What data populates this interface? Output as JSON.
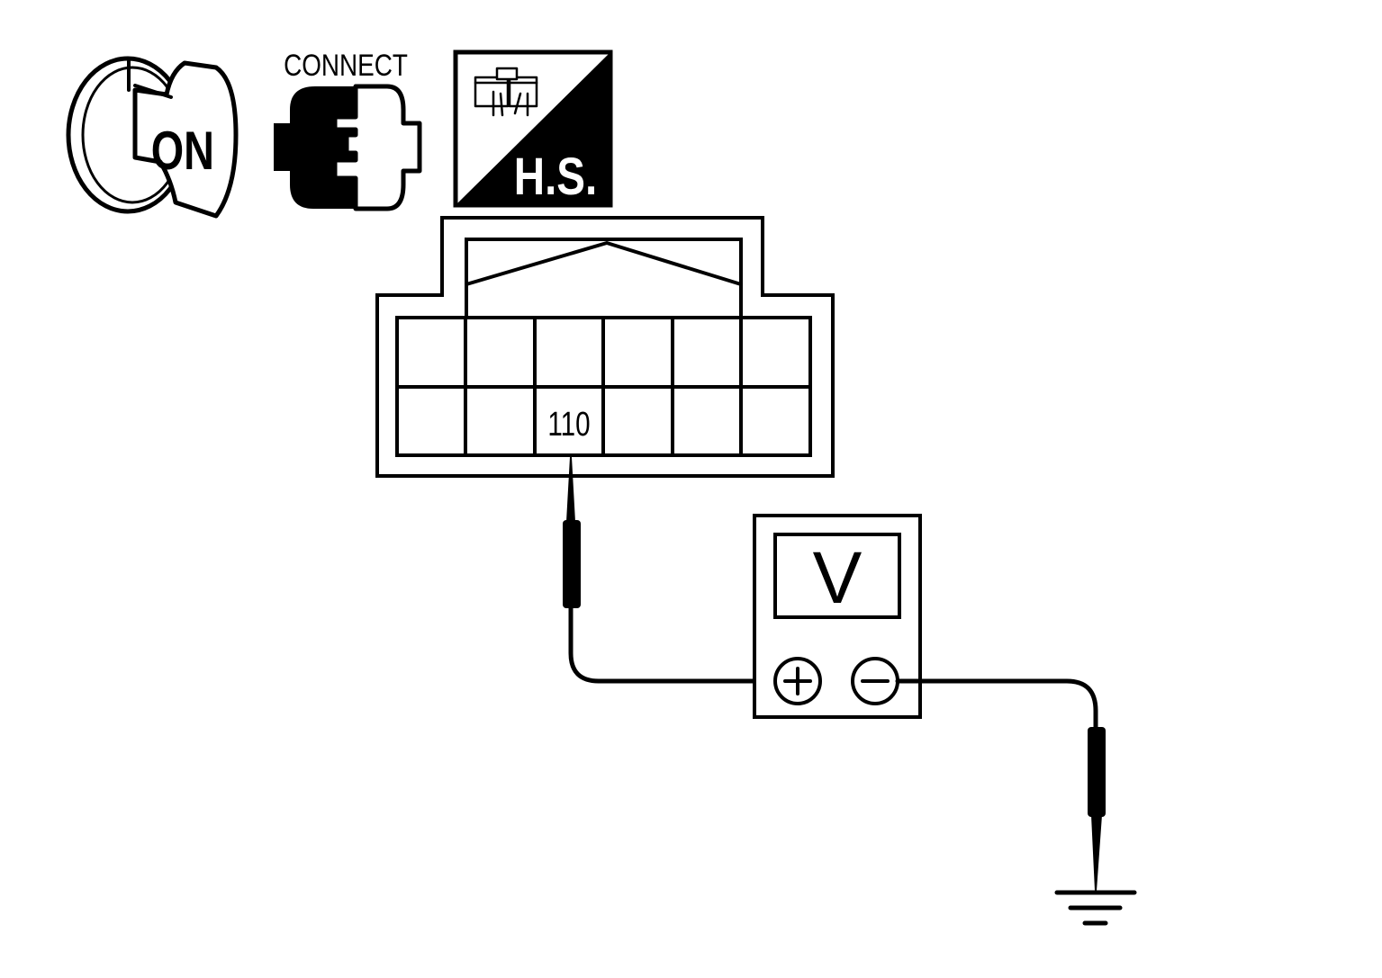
{
  "icons": {
    "ignition": {
      "icon": "ignition-key-icon",
      "label": "ON"
    },
    "connect": {
      "icon": "connector-connect-icon",
      "label": "CONNECT"
    },
    "harness_side": {
      "icon": "harness-side-icon",
      "label": "H.S."
    }
  },
  "connector": {
    "rows": 2,
    "columns": 6,
    "terminal_label": "110"
  },
  "meter": {
    "display": "V",
    "positive_symbol": "+",
    "negative_symbol": "−"
  },
  "colors": {
    "ink": "#000000",
    "background": "#ffffff"
  }
}
